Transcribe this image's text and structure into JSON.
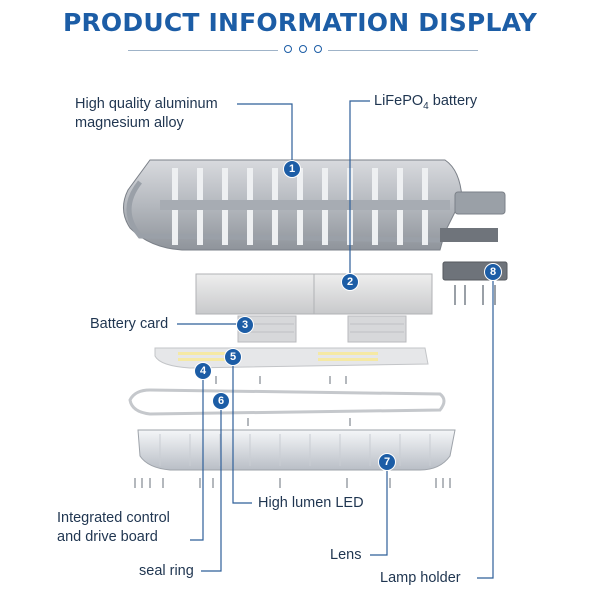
{
  "header": {
    "title": "PRODUCT INFORMATION DISPLAY"
  },
  "labels": {
    "l1_line1": "High quality aluminum",
    "l1_line2": "magnesium alloy",
    "l2_main": "LiFePO",
    "l2_sub": "4",
    "l2_rest": " battery",
    "l3": "Battery card",
    "l4_line1": "Integrated control",
    "l4_line2": "and drive board",
    "l5": "High lumen LED",
    "l6": "seal ring",
    "l7": "Lens",
    "l8": "Lamp holder"
  },
  "badges": [
    "1",
    "2",
    "3",
    "4",
    "5",
    "6",
    "7",
    "8"
  ],
  "colors": {
    "accent": "#1c5da6",
    "text": "#1f3550"
  }
}
